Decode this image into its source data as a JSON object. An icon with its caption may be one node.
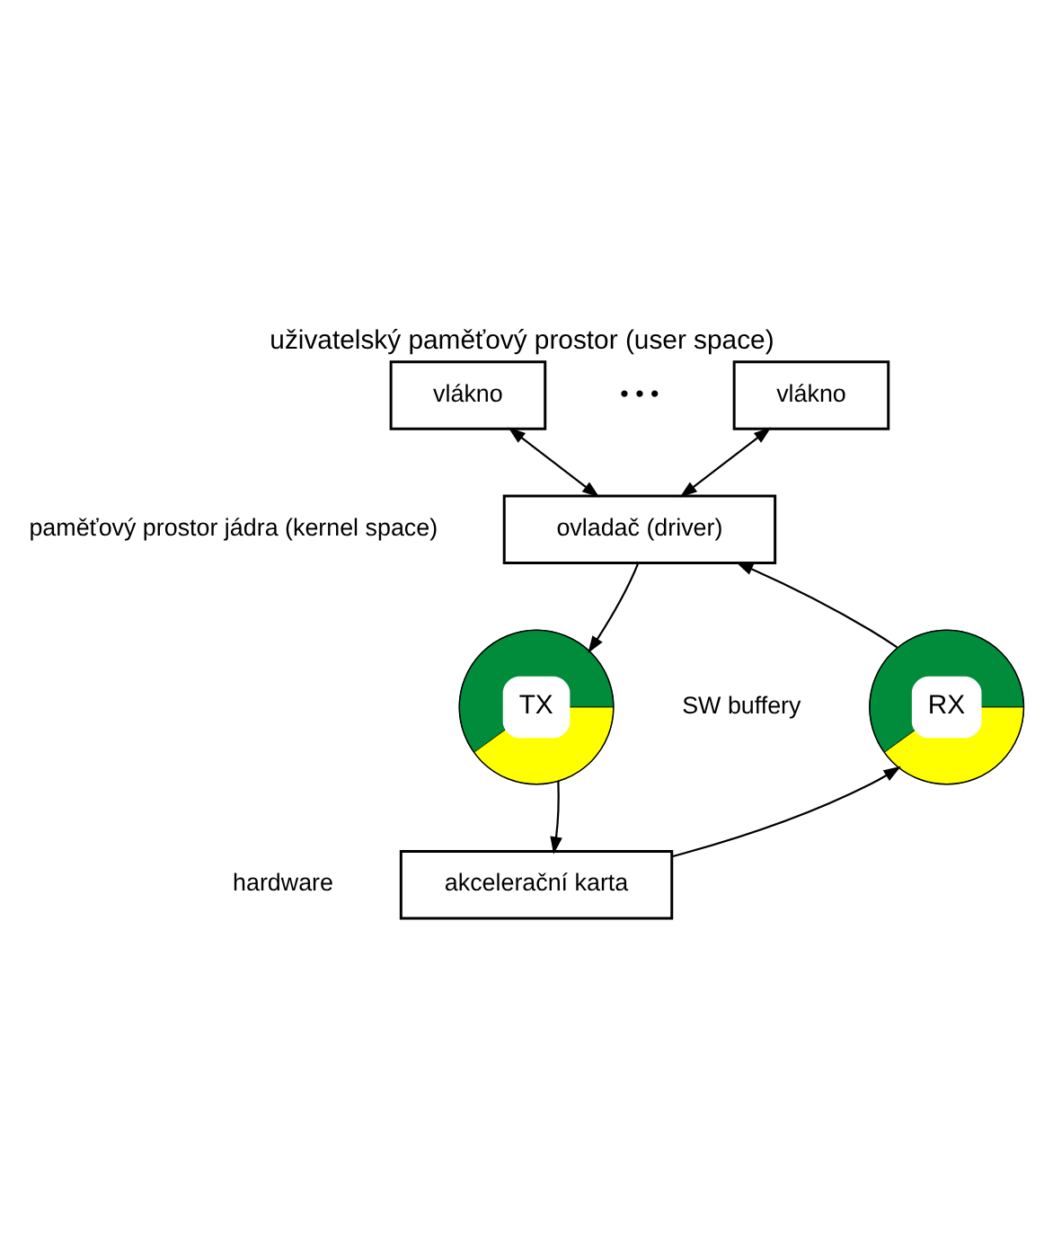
{
  "diagram": {
    "title": "uživatelský paměťový prostor (user space)",
    "nodes": [
      {
        "text": [
          "vlákno"
        ]
      },
      {
        "text": [
          "vlákno"
        ]
      },
      {
        "text": [
          "ovladač (driver)"
        ]
      },
      {
        "text": [
          "TX"
        ]
      },
      {
        "text": [
          "RX"
        ]
      },
      {
        "text": [
          "akcelerační karta"
        ]
      }
    ],
    "edges": [
      {
        "from": 0,
        "to": 2,
        "arrow": "both"
      },
      {
        "from": 1,
        "to": 2,
        "arrow": "both"
      },
      {
        "from": 2,
        "to": 3,
        "arrow": "to"
      },
      {
        "from": 4,
        "to": 2,
        "arrow": "to"
      },
      {
        "from": 3,
        "to": 5,
        "arrow": "to"
      },
      {
        "from": 5,
        "to": 4,
        "arrow": "to"
      }
    ],
    "labels": [
      "• • •",
      "paměťový prostor jádra (kernel space)",
      "SW buffery",
      "hardware"
    ]
  }
}
